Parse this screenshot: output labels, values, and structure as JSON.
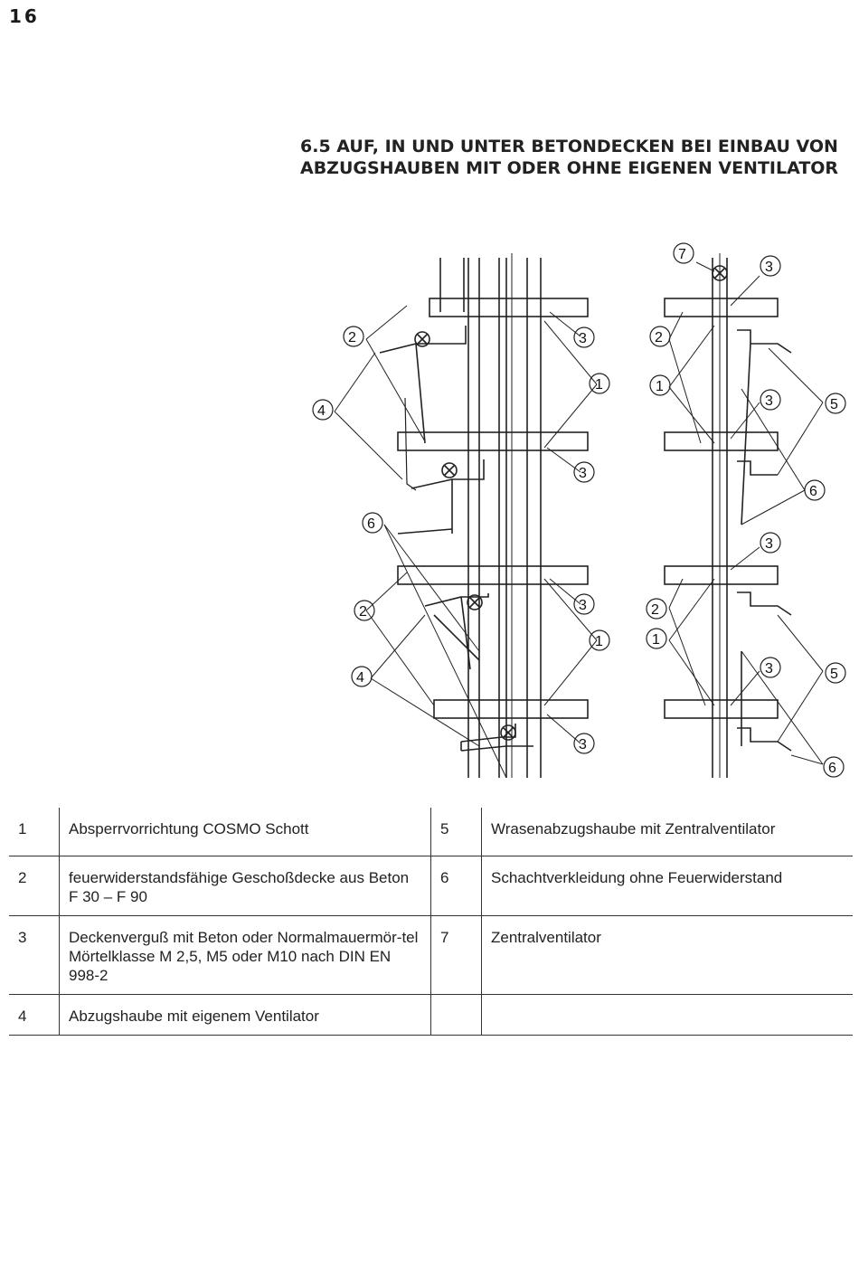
{
  "page": {
    "number": "16"
  },
  "heading": {
    "line1": "6.5 AUF, IN UND UNTER BETONDECKEN BEI EINBAU VON",
    "line2": "ABZUGSHAUBEN MIT ODER OHNE EIGENEN VENTILATOR"
  },
  "figure": {
    "callouts": [
      "1",
      "2",
      "3",
      "4",
      "5",
      "6",
      "7"
    ]
  },
  "legend": {
    "rows": [
      {
        "left_num": "1",
        "left_text": "Absperrvorrichtung COSMO Schott",
        "right_num": "5",
        "right_text": "Wrasenabzugshaube mit Zentralventilator"
      },
      {
        "left_num": "2",
        "left_text": "feuerwiderstandsfähige Geschoßdecke aus Beton F 30 – F 90",
        "right_num": "6",
        "right_text": "Schachtverkleidung ohne Feuerwiderstand"
      },
      {
        "left_num": "3",
        "left_text": "Deckenverguß mit Beton oder Normalmauermör-tel Mörtelklasse M 2,5, M5 oder M10 nach DIN EN 998-2",
        "right_num": "7",
        "right_text": "Zentralventilator"
      },
      {
        "left_num": "4",
        "left_text": "Abzugshaube mit eigenem Ventilator",
        "right_num": "",
        "right_text": ""
      }
    ]
  }
}
